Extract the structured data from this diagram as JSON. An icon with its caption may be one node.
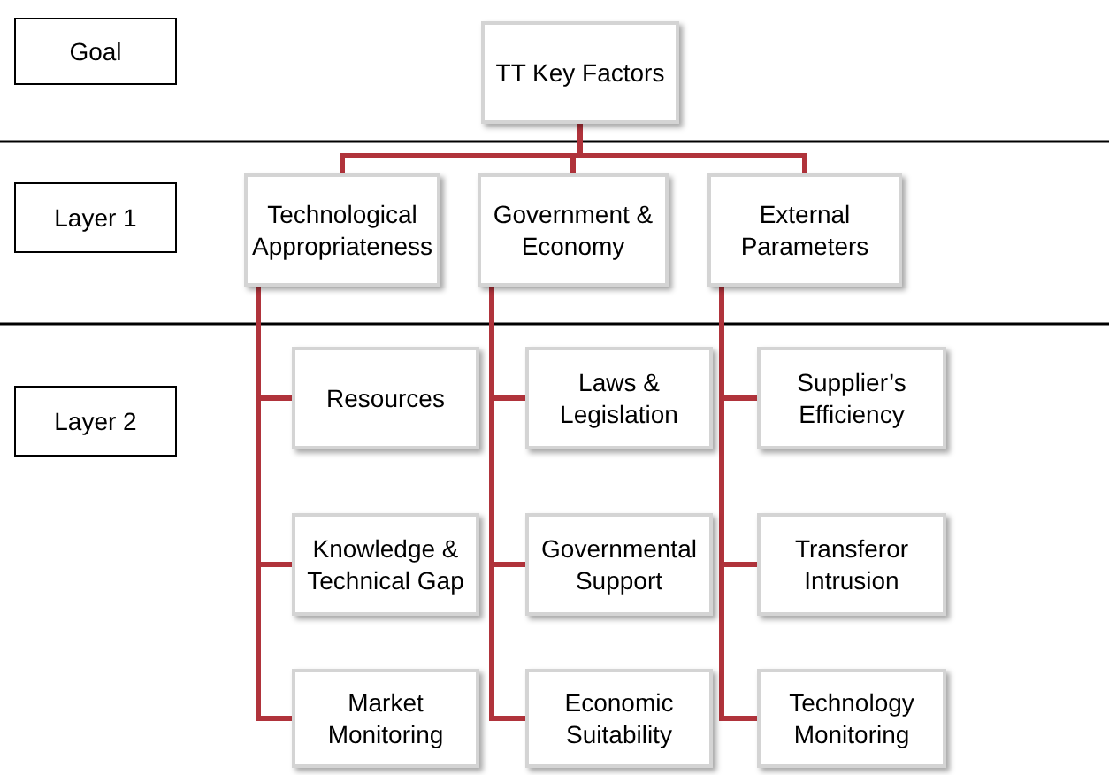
{
  "diagram": {
    "nodes": [
      {
        "text": [
          "Goal"
        ]
      },
      {
        "text": [
          "Layer 1"
        ]
      },
      {
        "text": [
          "Layer 2"
        ]
      },
      {
        "text": [
          "TT Key Factors"
        ]
      },
      {
        "text": [
          "Technological Appropriateness"
        ]
      },
      {
        "text": [
          "Government & Economy"
        ]
      },
      {
        "text": [
          "External Parameters"
        ]
      },
      {
        "text": [
          "Resources"
        ]
      },
      {
        "text": [
          "Knowledge & Technical Gap"
        ]
      },
      {
        "text": [
          "Market Monitoring"
        ]
      },
      {
        "text": [
          "Laws & Legislation"
        ]
      },
      {
        "text": [
          "Governmental Support"
        ]
      },
      {
        "text": [
          "Economic Suitability"
        ]
      },
      {
        "text": [
          "Supplier’s Efficiency"
        ]
      },
      {
        "text": [
          "Transferor Intrusion"
        ]
      },
      {
        "text": [
          "Technology Monitoring"
        ]
      }
    ],
    "edges": [
      {
        "from": 3,
        "to": 4,
        "arrow": "none"
      },
      {
        "from": 3,
        "to": 5,
        "arrow": "none"
      },
      {
        "from": 3,
        "to": 6,
        "arrow": "none"
      },
      {
        "from": 4,
        "to": 7,
        "arrow": "none"
      },
      {
        "from": 4,
        "to": 8,
        "arrow": "none"
      },
      {
        "from": 4,
        "to": 9,
        "arrow": "none"
      },
      {
        "from": 5,
        "to": 10,
        "arrow": "none"
      },
      {
        "from": 5,
        "to": 11,
        "arrow": "none"
      },
      {
        "from": 5,
        "to": 12,
        "arrow": "none"
      },
      {
        "from": 6,
        "to": 13,
        "arrow": "none"
      },
      {
        "from": 6,
        "to": 14,
        "arrow": "none"
      },
      {
        "from": 6,
        "to": 15,
        "arrow": "none"
      }
    ]
  }
}
